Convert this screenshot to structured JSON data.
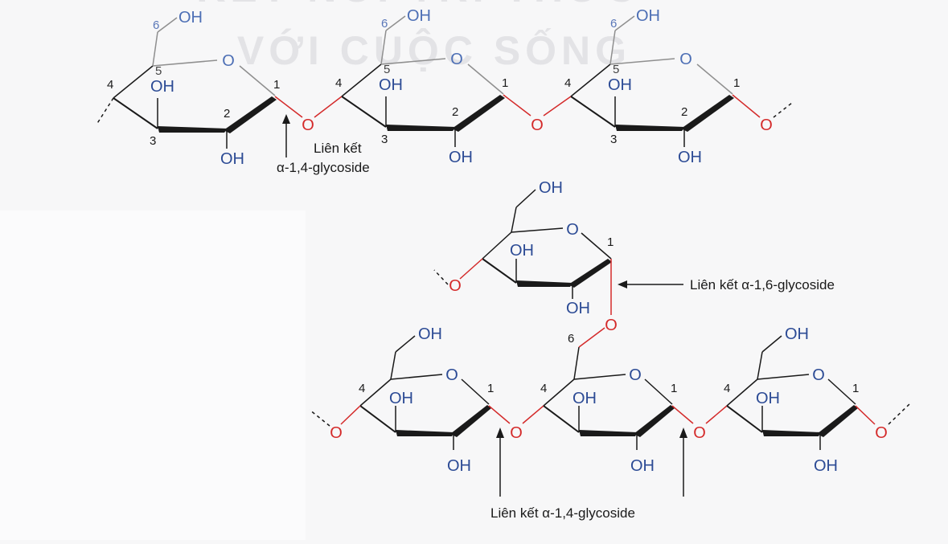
{
  "watermark": {
    "line1": "KẾT NỐI TRI THỨC",
    "line2": "VỚI CUỘC SỐNG"
  },
  "atoms": {
    "oxygen": "O",
    "hydroxyl": "OH"
  },
  "top_chain": {
    "label_line1": "Liên kết",
    "label_line2": "α-1,4-glycoside",
    "position_numbers": {
      "c1": "1",
      "c2": "2",
      "c3": "3",
      "c4": "4",
      "c5": "5",
      "c6": "6"
    }
  },
  "branched_chain": {
    "label_16": "Liên kết α-1,6-glycoside",
    "label_14": "Liên kết α-1,4-glycoside",
    "position_numbers": {
      "c1": "1",
      "c4": "4",
      "c6": "6"
    }
  },
  "colors": {
    "bond_red": "#d42a2a",
    "oh_blue": "#2c4b95",
    "ring_oxygen_blue": "#4d6fb5",
    "number_blue": "#5a77b8",
    "bond_black": "#1a1a1a",
    "bond_gray": "#8f8f8f",
    "watermark": "#e3e3e6"
  }
}
